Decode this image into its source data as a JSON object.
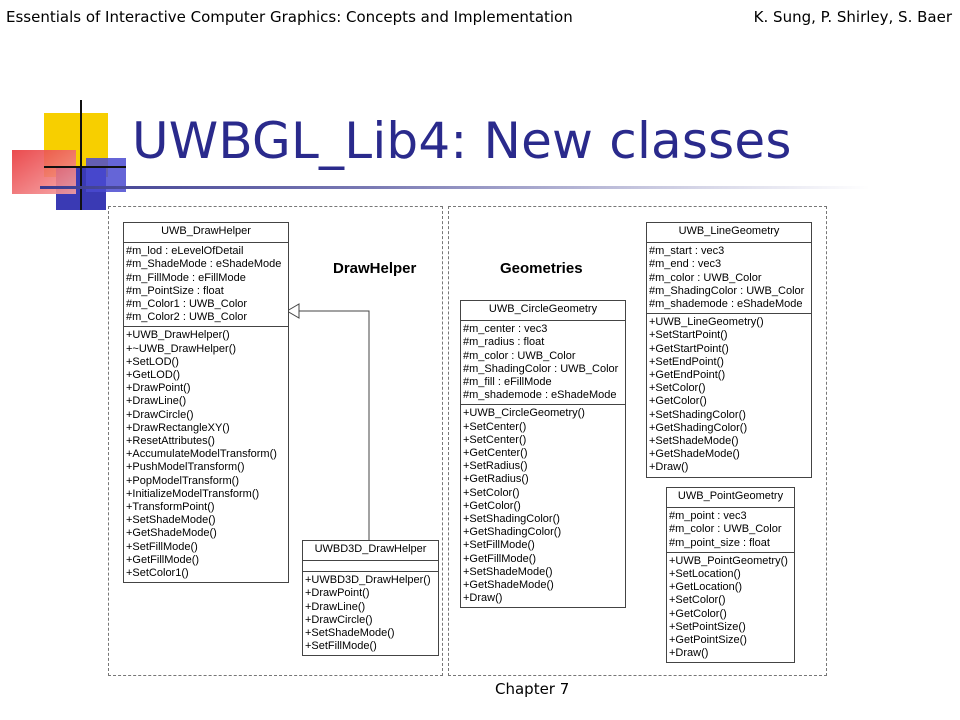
{
  "header": {
    "left": "Essentials of Interactive Computer Graphics: Concepts and Implementation",
    "right": "K. Sung, P. Shirley, S. Baer"
  },
  "title": "UWBGL_Lib4: New classes",
  "colors": {
    "title": "#2a2a8c",
    "accent_yellow": "#f7cf00",
    "accent_red": "#e8373a",
    "accent_blue": "#3a3ab4"
  },
  "diagram": {
    "labels": {
      "drawhelper": "DrawHelper",
      "geometries": "Geometries"
    },
    "classes": {
      "draw_helper": {
        "name": "UWB_DrawHelper",
        "attributes": [
          "#m_lod : eLevelOfDetail",
          "#m_ShadeMode : eShadeMode",
          "#m_FillMode : eFillMode",
          "#m_PointSize : float",
          "#m_Color1 : UWB_Color",
          "#m_Color2 : UWB_Color"
        ],
        "operations": [
          "+UWB_DrawHelper()",
          "+~UWB_DrawHelper()",
          "+SetLOD()",
          "+GetLOD()",
          "+DrawPoint()",
          "+DrawLine()",
          "+DrawCircle()",
          "+DrawRectangleXY()",
          "+ResetAttributes()",
          "+AccumulateModelTransform()",
          "+PushModelTransform()",
          "+PopModelTransform()",
          "+InitializeModelTransform()",
          "+TransformPoint()",
          "+SetShadeMode()",
          "+GetShadeMode()",
          "+SetFillMode()",
          "+GetFillMode()",
          "+SetColor1()"
        ]
      },
      "d3d_draw_helper": {
        "name": "UWBD3D_DrawHelper",
        "attributes": [],
        "operations": [
          "+UWBD3D_DrawHelper()",
          "+DrawPoint()",
          "+DrawLine()",
          "+DrawCircle()",
          "+SetShadeMode()",
          "+SetFillMode()"
        ]
      },
      "circle_geometry": {
        "name": "UWB_CircleGeometry",
        "attributes": [
          "#m_center : vec3",
          "#m_radius : float",
          "#m_color : UWB_Color",
          "#m_ShadingColor : UWB_Color",
          "#m_fill : eFillMode",
          "#m_shademode : eShadeMode"
        ],
        "operations": [
          "+UWB_CircleGeometry()",
          "+SetCenter()",
          "+SetCenter()",
          "+GetCenter()",
          "+SetRadius()",
          "+GetRadius()",
          "+SetColor()",
          "+GetColor()",
          "+SetShadingColor()",
          "+GetShadingColor()",
          "+SetFillMode()",
          "+GetFillMode()",
          "+SetShadeMode()",
          "+GetShadeMode()",
          "+Draw()"
        ]
      },
      "line_geometry": {
        "name": "UWB_LineGeometry",
        "attributes": [
          "#m_start : vec3",
          "#m_end : vec3",
          "#m_color : UWB_Color",
          "#m_ShadingColor : UWB_Color",
          "#m_shademode : eShadeMode"
        ],
        "operations": [
          "+UWB_LineGeometry()",
          "+SetStartPoint()",
          "+GetStartPoint()",
          "+SetEndPoint()",
          "+GetEndPoint()",
          "+SetColor()",
          "+GetColor()",
          "+SetShadingColor()",
          "+GetShadingColor()",
          "+SetShadeMode()",
          "+GetShadeMode()",
          "+Draw()"
        ]
      },
      "point_geometry": {
        "name": "UWB_PointGeometry",
        "attributes": [
          "#m_point : vec3",
          "#m_color : UWB_Color",
          "#m_point_size : float"
        ],
        "operations": [
          "+UWB_PointGeometry()",
          "+SetLocation()",
          "+GetLocation()",
          "+SetColor()",
          "+GetColor()",
          "+SetPointSize()",
          "+GetPointSize()",
          "+Draw()"
        ]
      }
    }
  },
  "footer": "Chapter 7"
}
